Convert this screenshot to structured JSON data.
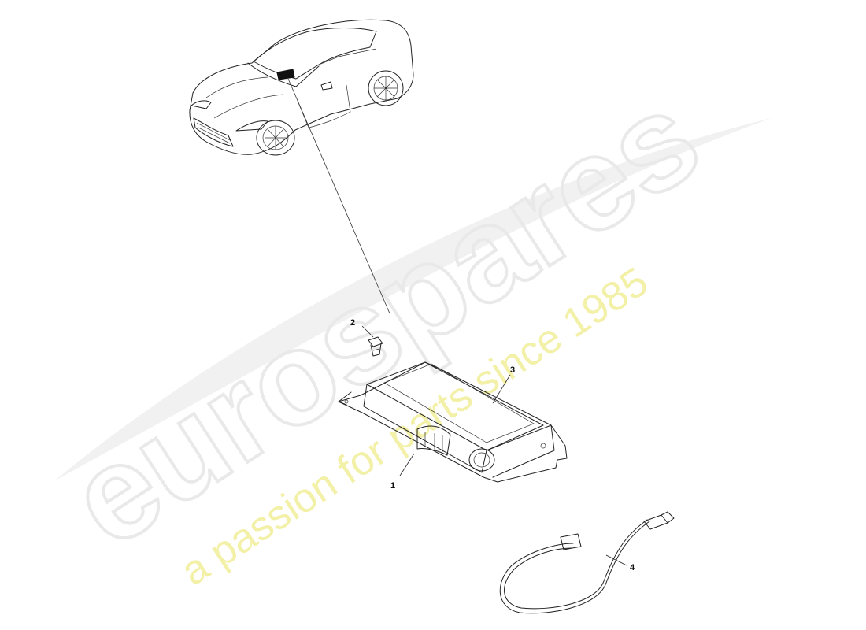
{
  "watermark": {
    "brand": "eurospares",
    "tagline": "a passion for parts since 1985"
  },
  "callouts": [
    {
      "id": "1",
      "label": "1"
    },
    {
      "id": "2",
      "label": "2"
    },
    {
      "id": "3",
      "label": "3"
    },
    {
      "id": "4",
      "label": "4"
    }
  ],
  "colors": {
    "line": "#222222",
    "watermark_brand": "#e9e9e9",
    "watermark_tag": "#f3f0a8"
  }
}
